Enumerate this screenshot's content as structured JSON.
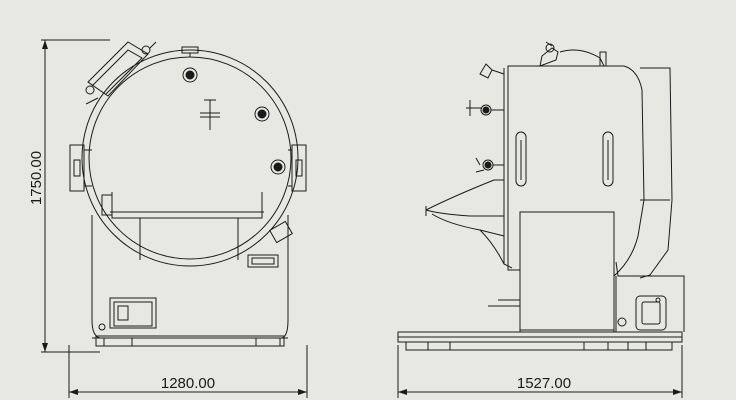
{
  "drawing": {
    "background": "#e8e8e2",
    "line_color": "#1a1a1a",
    "views": [
      {
        "name": "front-view",
        "width_label": "1280.00",
        "height_label": "1750.00"
      },
      {
        "name": "side-view",
        "depth_label": "1527.00"
      }
    ]
  }
}
